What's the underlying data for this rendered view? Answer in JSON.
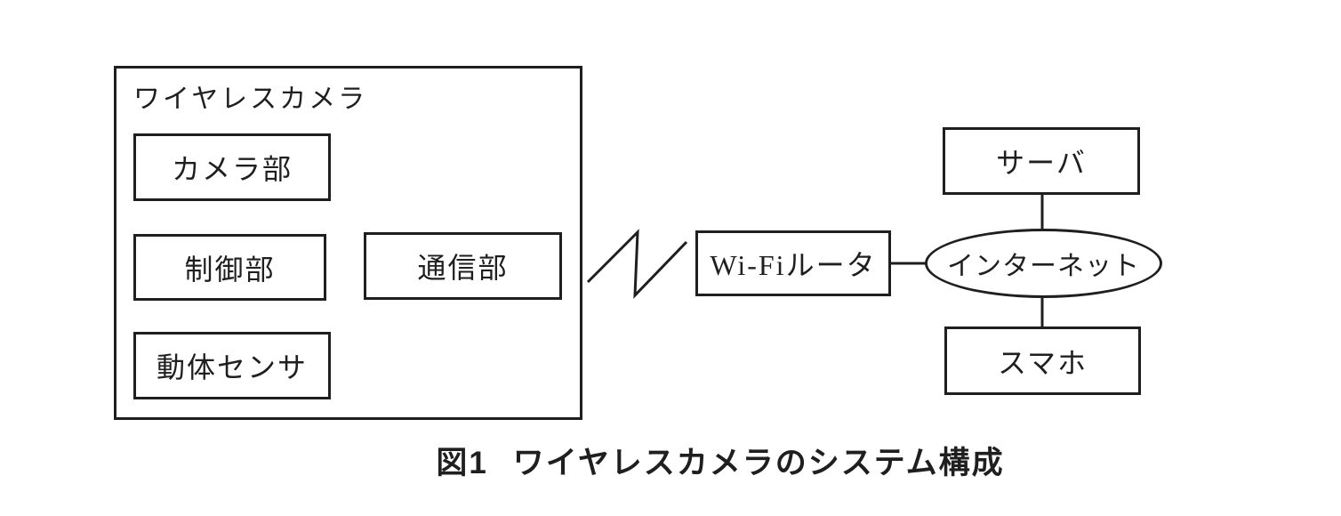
{
  "colors": {
    "ink": "#1f1f1f",
    "paper": "#ffffff"
  },
  "figure_caption": {
    "number": "図1",
    "title": "ワイヤレスカメラのシステム構成"
  },
  "diagram": {
    "group": {
      "label": "ワイヤレスカメラ",
      "nodes": {
        "camera_unit": "カメラ部",
        "control_unit": "制御部",
        "motion_sensor": "動体センサ",
        "communication_unit": "通信部"
      }
    },
    "nodes": {
      "wifi_router": "Wi-Fiルータ",
      "internet": "インターネット",
      "server": "サーバ",
      "smartphone": "スマホ"
    },
    "edges": [
      {
        "from": "カメラ部",
        "to": "制御部",
        "type": "line"
      },
      {
        "from": "制御部",
        "to": "動体センサ",
        "type": "line"
      },
      {
        "from": "制御部",
        "to": "通信部",
        "type": "line"
      },
      {
        "from": "通信部",
        "to": "Wi-Fiルータ",
        "type": "wireless-zigzag"
      },
      {
        "from": "Wi-Fiルータ",
        "to": "インターネット",
        "type": "line"
      },
      {
        "from": "インターネット",
        "to": "サーバ",
        "type": "line"
      },
      {
        "from": "インターネット",
        "to": "スマホ",
        "type": "line"
      }
    ]
  }
}
